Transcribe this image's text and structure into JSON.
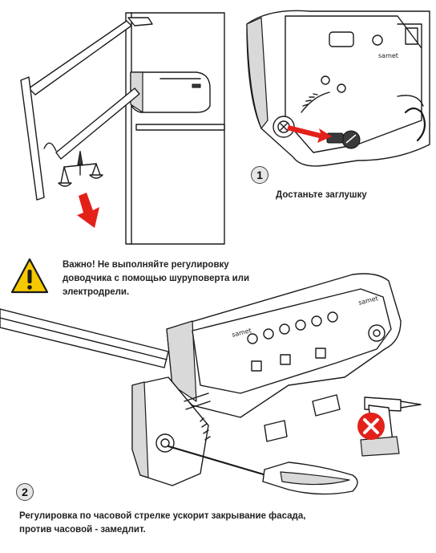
{
  "step1": {
    "number": "1",
    "caption": "Достаньте заглушку"
  },
  "warning": {
    "icon": "warning-triangle-icon",
    "lines": [
      "Важно! Не выполняйте регулировку",
      "доводчика с помощью шуруповерта или",
      "электродрели."
    ]
  },
  "step2": {
    "number": "2",
    "lines": [
      "Регулировка по часовой стрелке ускорит закрывание фасада,",
      "против часовой - замедлит."
    ]
  },
  "device_brand": "samet",
  "colors": {
    "accent_red": "#e32119",
    "warning_yellow": "#f6c800",
    "badge_gray": "#e6e6e6"
  }
}
